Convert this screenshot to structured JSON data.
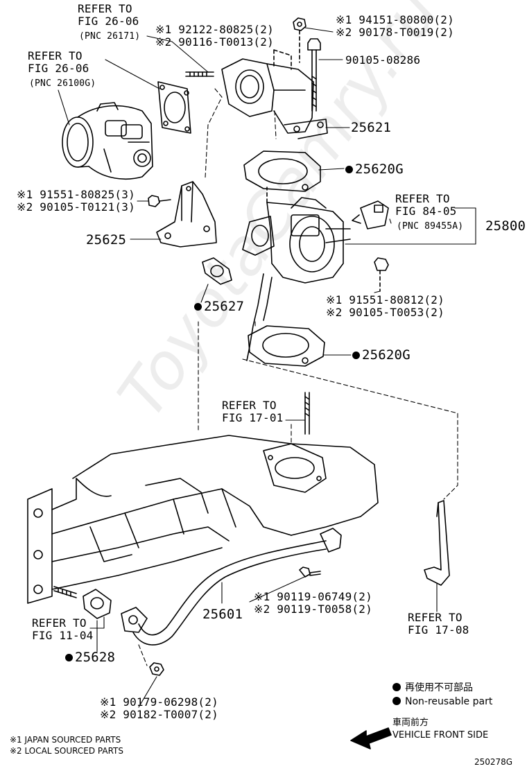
{
  "watermark": "ToyotaCamry.ru",
  "callouts": {
    "ref_2606_a": "REFER TO\nFIG 26-06",
    "ref_2606_a_pnc": "(PNC 26171)",
    "ref_2606_b": "REFER TO\nFIG 26-06",
    "ref_2606_b_pnc": "(PNC 26100G)",
    "p92122": "※1 92122-80825(2)\n※2 90116-T0013(2)",
    "p94151": "※1 94151-80800(2)\n※2 90178-T0019(2)",
    "p90105_08286": "90105-08286",
    "p25621": "25621",
    "p25620g_a": "25620G",
    "p91551_80825": "※1 91551-80825(3)\n※2 90105-T0121(3)",
    "ref_8405": "REFER TO\nFIG 84-05",
    "ref_8405_pnc": "(PNC 89455A)",
    "p25800": "25800",
    "p25625": "25625",
    "p91551_80812": "※1 91551-80812(2)\n※2 90105-T0053(2)",
    "p25627": "25627",
    "p25620g_b": "25620G",
    "ref_1701": "REFER TO\nFIG 17-01",
    "p90119": "※1 90119-06749(2)\n※2 90119-T0058(2)",
    "p25601": "25601",
    "ref_1104": "REFER TO\nFIG 11-04",
    "p25628": "25628",
    "ref_1708": "REFER TO\nFIG 17-08",
    "p90179": "※1 90179-06298(2)\n※2 90182-T0007(2)"
  },
  "legend": {
    "nonreusable_jp": "再使用不可部品",
    "nonreusable_en": "Non-reusable part",
    "front_jp": "車両前方",
    "front_en": "VEHICLE FRONT SIDE"
  },
  "footnotes": {
    "note1": "※1 JAPAN SOURCED PARTS",
    "note2": "※2 LOCAL SOURCED PARTS"
  },
  "figure_code": "250278G"
}
